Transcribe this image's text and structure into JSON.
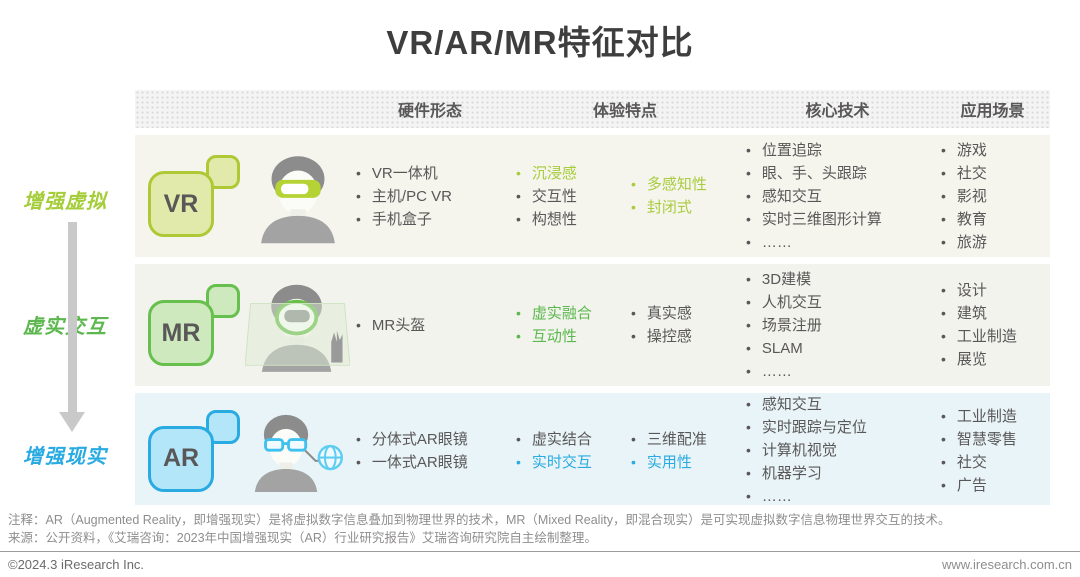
{
  "title": "VR/AR/MR特征对比",
  "header": {
    "columns": [
      "硬件形态",
      "体验特点",
      "核心技术",
      "应用场景"
    ]
  },
  "left_labels": [
    {
      "text": "增强虚拟",
      "color": "#a5cd39"
    },
    {
      "text": "虚实交互",
      "color": "#5cb84e"
    },
    {
      "text": "增强现实",
      "color": "#29abe2"
    }
  ],
  "flow_arrow": {
    "icon": "down-arrow-icon",
    "color": "#c9c9c9"
  },
  "chart_data": {
    "type": "table",
    "title": "VR/AR/MR特征对比",
    "columns": [
      "硬件形态",
      "体验特点",
      "核心技术",
      "应用场景"
    ],
    "row_labels": [
      "VR",
      "MR",
      "AR"
    ]
  },
  "rows": [
    {
      "badge": "VR",
      "icon": "person-vr-headset-icon",
      "accent": "#a8cc3d",
      "row_bg": "#f5f5ee",
      "badge_fill": "#e1eaaa",
      "badge_border": "#aec935",
      "hardware": [
        "VR一体机",
        "主机/PC VR",
        "手机盒子"
      ],
      "experience_1": [
        {
          "text": "沉浸感",
          "color": "#a8cc3d"
        },
        "交互性",
        "构想性"
      ],
      "experience_2": [
        {
          "text": "多感知性",
          "color": "#a8cc3d"
        },
        {
          "text": "封闭式",
          "color": "#a8cc3d"
        }
      ],
      "core_tech": [
        "位置追踪",
        "眼、手、头跟踪",
        "感知交互",
        "实时三维图形计算",
        "……"
      ],
      "applications": [
        "游戏",
        "社交",
        "影视",
        "教育",
        "旅游"
      ]
    },
    {
      "badge": "MR",
      "icon": "person-mr-helmet-icon",
      "accent": "#5cb84e",
      "row_bg": "#f2f3ec",
      "badge_fill": "#cde9bd",
      "badge_border": "#67bf4d",
      "hardware": [
        "MR头盔"
      ],
      "experience_1": [
        {
          "text": "虚实融合",
          "color": "#5cb84e"
        },
        {
          "text": "互动性",
          "color": "#5cb84e"
        }
      ],
      "experience_2": [
        "真实感",
        "操控感"
      ],
      "core_tech": [
        "3D建模",
        "人机交互",
        "场景注册",
        "SLAM",
        "……"
      ],
      "applications": [
        "设计",
        "建筑",
        "工业制造",
        "展览"
      ]
    },
    {
      "badge": "AR",
      "icon": "person-ar-glasses-icon",
      "accent": "#29abe2",
      "row_bg": "#e9f4f8",
      "badge_fill": "#b3e6f9",
      "badge_border": "#29abe2",
      "hardware": [
        "分体式AR眼镜",
        "一体式AR眼镜"
      ],
      "experience_1": [
        "虚实结合",
        {
          "text": "实时交互",
          "color": "#29abe2"
        }
      ],
      "experience_2": [
        "三维配准",
        {
          "text": "实用性",
          "color": "#29abe2"
        }
      ],
      "core_tech": [
        "感知交互",
        "实时跟踪与定位",
        "计算机视觉",
        "机器学习",
        "……"
      ],
      "applications": [
        "工业制造",
        "智慧零售",
        "社交",
        "广告"
      ]
    }
  ],
  "notes": {
    "line1": "注释：AR（Augmented Reality，即增强现实）是将虚拟数字信息叠加到物理世界的技术，MR（Mixed Reality，即混合现实）是可实现虚拟数字信息物理世界交互的技术。",
    "line2": "来源：公开资料，《艾瑞咨询：2023年中国增强现实（AR）行业研究报告》艾瑞咨询研究院自主绘制整理。"
  },
  "footer": {
    "copyright": "©2024.3 iResearch Inc.",
    "website": "www.iresearch.com.cn"
  }
}
